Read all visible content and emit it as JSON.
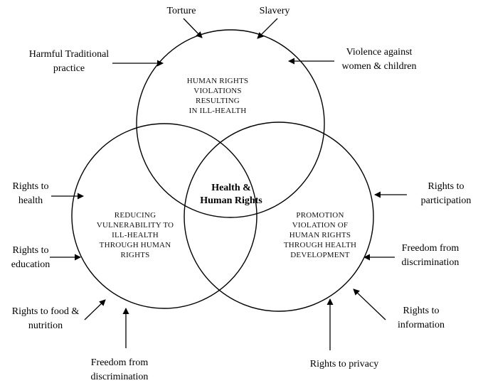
{
  "center": [
    "Health &",
    "Human Rights"
  ],
  "circles": {
    "top": [
      "HUMAN RIGHTS",
      "VIOLATIONS",
      "RESULTING",
      "IN ILL-HEALTH"
    ],
    "left": [
      "REDUCING",
      "VULNERABILITY TO",
      "ILL-HEALTH",
      "THROUGH HUMAN",
      "RIGHTS"
    ],
    "right": [
      "PROMOTION",
      "VIOLATION OF",
      "HUMAN RIGHTS",
      "THROUGH HEALTH",
      "DEVELOPMENT"
    ]
  },
  "labels": {
    "torture": [
      "Torture"
    ],
    "slavery": [
      "Slavery"
    ],
    "harmful_traditional_practice": [
      "Harmful Traditional",
      "practice"
    ],
    "violence_against_women_children": [
      "Violence against",
      "women & children"
    ],
    "rights_to_health": [
      "Rights to",
      "health"
    ],
    "rights_to_education": [
      "Rights to",
      "education"
    ],
    "rights_to_food_nutrition": [
      "Rights to food &",
      "nutrition"
    ],
    "freedom_from_discrimination_left": [
      "Freedom from",
      "discrimination"
    ],
    "rights_to_participation": [
      "Rights to",
      "participation"
    ],
    "freedom_from_discrimination_right": [
      "Freedom from",
      "discrimination"
    ],
    "rights_to_information": [
      "Rights to",
      "information"
    ],
    "rights_to_privacy": [
      "Rights to privacy"
    ]
  }
}
